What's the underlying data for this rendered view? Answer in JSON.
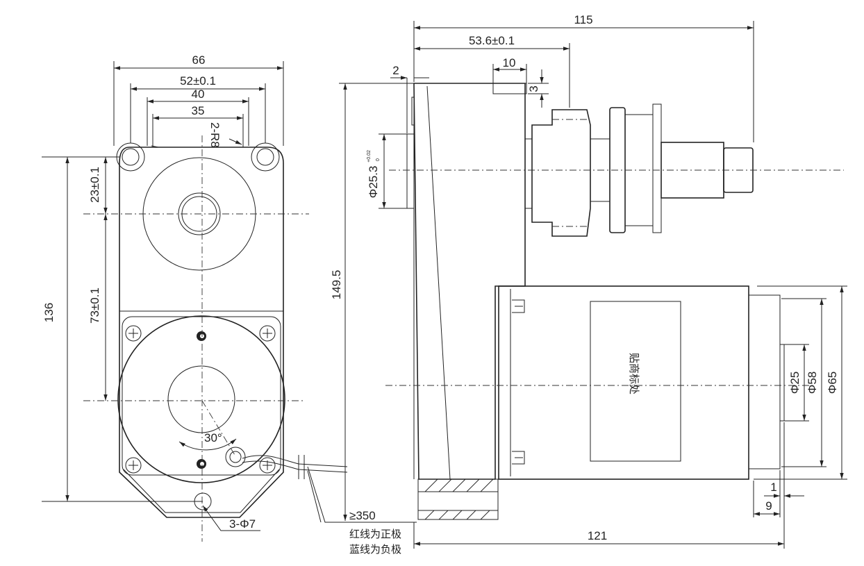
{
  "dimensions": {
    "d66": "66",
    "d52": "52±0.1",
    "d40": "40",
    "d35": "35",
    "r8": "2-R8",
    "d23": "23±0.1",
    "d73": "73±0.1",
    "d136": "136",
    "angle30": "30°",
    "holes": "3-Φ7",
    "d115": "115",
    "d53_6": "53.6±0.1",
    "d10": "10",
    "d2": "2",
    "d3": "3",
    "d149_5": "149.5",
    "phi25_3": "Φ25.3",
    "phi25_3_tol_upper": "+0.02",
    "phi25_3_tol_lower": "0",
    "phi25": "Φ25",
    "phi58": "Φ58",
    "phi65": "Φ65",
    "d1": "1",
    "d9": "9",
    "d121": "121",
    "lead": "≥350"
  },
  "notes": {
    "red_wire": "红线为正极",
    "blue_wire": "蓝线为负极",
    "label_area": "贴商标处"
  }
}
